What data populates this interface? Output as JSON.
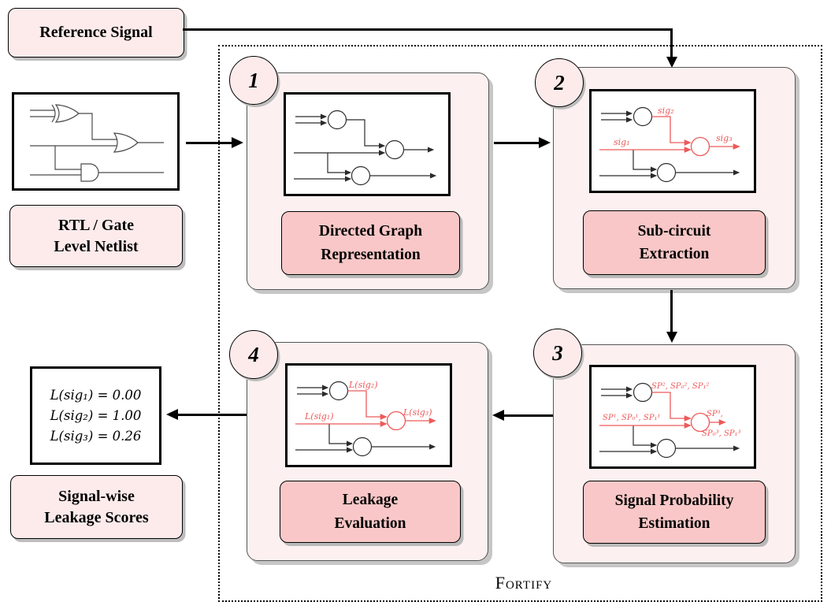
{
  "palette": {
    "container_pink": "#fdf0f0",
    "io_box_pink": "#fdebeb",
    "label_pill_pink": "#f9c7c7",
    "highlight_red": "#ee5a5a",
    "shadow_gray": "#bdbdbd",
    "line_black": "#000000"
  },
  "framework": {
    "name": "Fortify"
  },
  "inputs": {
    "reference_signal": {
      "label": "Reference Signal"
    },
    "netlist": {
      "line1": "RTL / Gate",
      "line2": "Level Netlist"
    }
  },
  "outputs": {
    "scores": {
      "values": [
        "L(sig₁) = 0.00",
        "L(sig₂) = 1.00",
        "L(sig₃) = 0.26"
      ]
    },
    "scores_label": {
      "line1": "Signal-wise",
      "line2": "Leakage Scores"
    }
  },
  "stages": [
    {
      "number": "1",
      "title_line1": "Directed Graph",
      "title_line2": "Representation",
      "graph_labels": {}
    },
    {
      "number": "2",
      "title_line1": "Sub-circuit",
      "title_line2": "Extraction",
      "graph_labels": {
        "top": "sig₂",
        "mid": "sig₁",
        "out": "sig₃"
      }
    },
    {
      "number": "3",
      "title_line1": "Signal Probability",
      "title_line2": "Estimation",
      "graph_labels": {
        "top": "SP², SP₀², SP₁²",
        "mid": "SP¹, SP₀¹, SP₁¹",
        "out": "SP³,",
        "out2": "SP₀³, SP₁³"
      }
    },
    {
      "number": "4",
      "title_line1": "Leakage",
      "title_line2": "Evaluation",
      "graph_labels": {
        "top": "L(sig₂)",
        "mid": "L(sig₁)",
        "out": "L(sig₃)"
      }
    }
  ]
}
